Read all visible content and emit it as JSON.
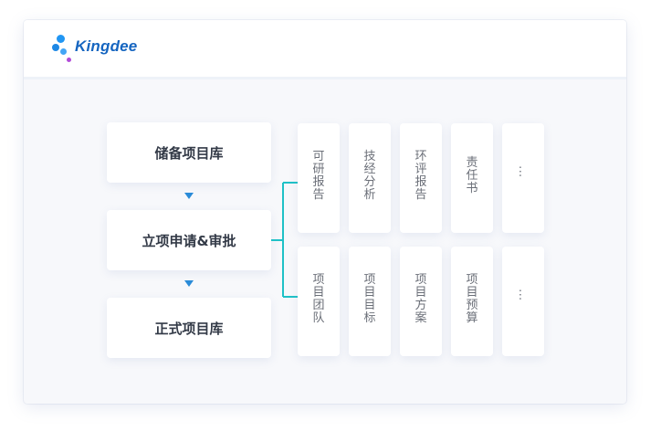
{
  "brand": {
    "name": "Kingdee"
  },
  "flow": {
    "steps": [
      "储备项目库",
      "立项申请&审批",
      "正式项目库"
    ]
  },
  "documents": {
    "row1": [
      "可研报告",
      "技经分析",
      "环评报告",
      "责任书",
      "..."
    ],
    "row2": [
      "项目团队",
      "项目目标",
      "项目方案",
      "项目预算",
      "..."
    ]
  },
  "colors": {
    "arrow": "#2a8bd8",
    "connector": "#1fc1c7",
    "logo_blue": "#1565c0"
  }
}
